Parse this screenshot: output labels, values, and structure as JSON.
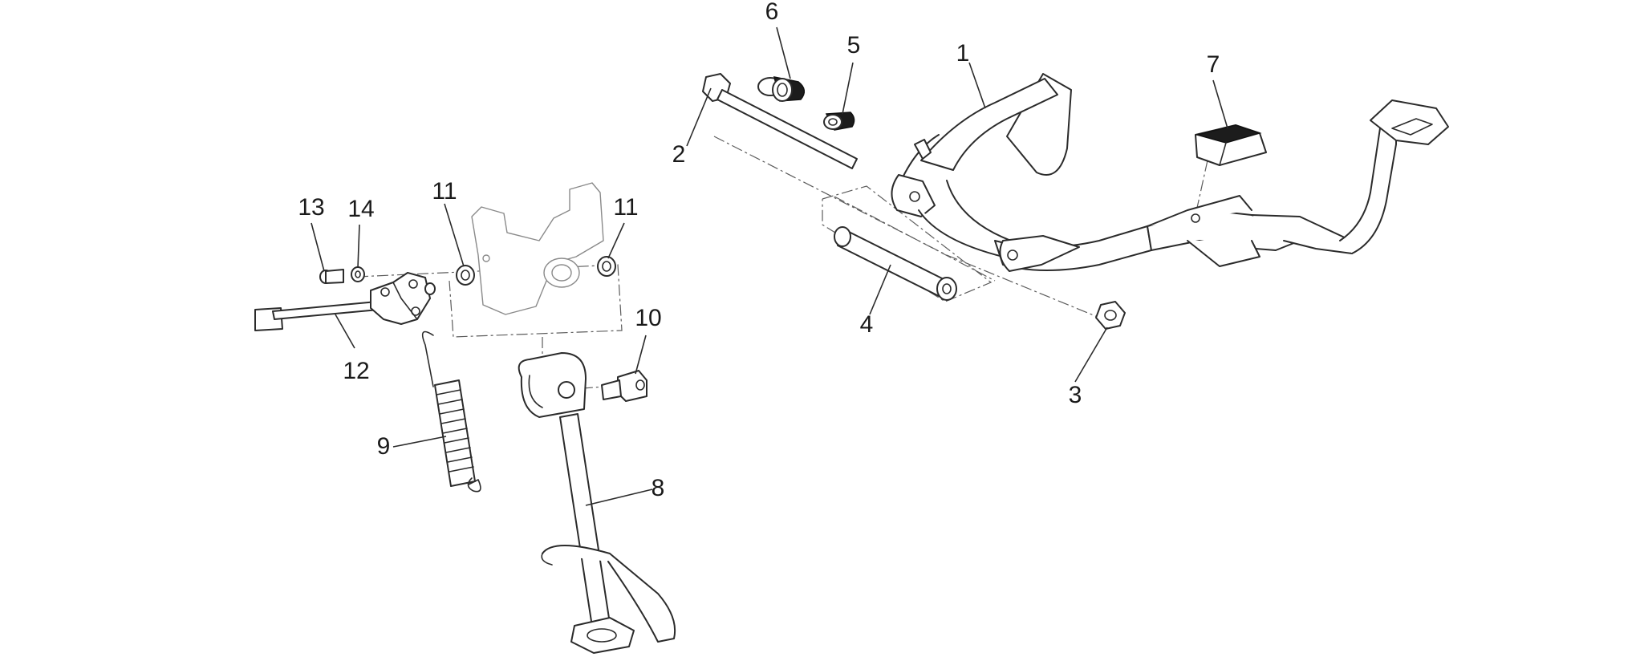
{
  "callouts": [
    {
      "id": "c1",
      "label": "1"
    },
    {
      "id": "c2",
      "label": "2"
    },
    {
      "id": "c3",
      "label": "3"
    },
    {
      "id": "c4",
      "label": "4"
    },
    {
      "id": "c5",
      "label": "5"
    },
    {
      "id": "c6",
      "label": "6"
    },
    {
      "id": "c7",
      "label": "7"
    },
    {
      "id": "c8",
      "label": "8"
    },
    {
      "id": "c9",
      "label": "9"
    },
    {
      "id": "c10",
      "label": "10"
    },
    {
      "id": "c11a",
      "label": "11"
    },
    {
      "id": "c11b",
      "label": "11"
    },
    {
      "id": "c12",
      "label": "12"
    },
    {
      "id": "c13",
      "label": "13"
    },
    {
      "id": "c14",
      "label": "14"
    }
  ]
}
